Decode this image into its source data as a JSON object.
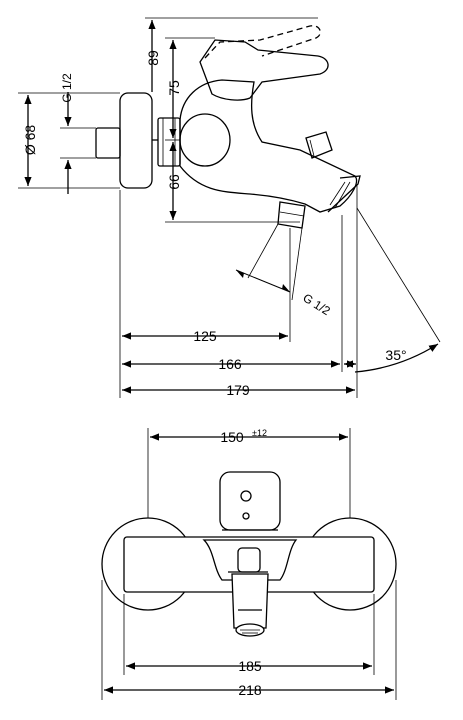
{
  "side_view": {
    "dim_89": "89",
    "dim_75": "75",
    "dim_66": "66",
    "dim_diameter_68": "Ø 68",
    "dim_thread_inlet": "G 1/2",
    "dim_thread_outlet": "G 1/2",
    "dim_125": "125",
    "dim_166": "166",
    "dim_179": "179",
    "dim_angle": "35°"
  },
  "front_view": {
    "dim_150": "150",
    "dim_150_tolerance": "±12",
    "dim_185": "185",
    "dim_218": "218"
  }
}
